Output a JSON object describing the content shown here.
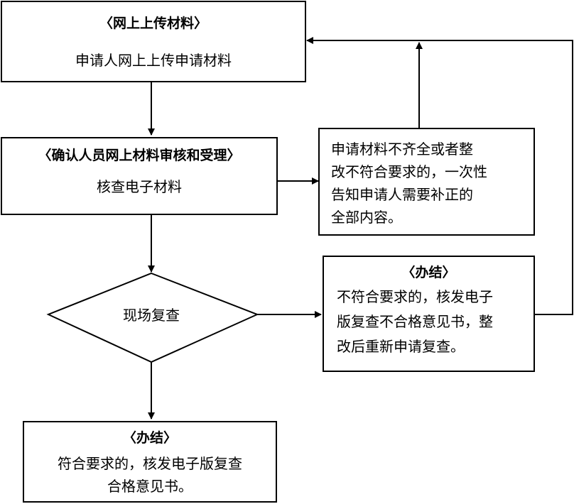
{
  "box1": {
    "title": "〈网上上传材料〉",
    "body": "申请人网上上传申请材料"
  },
  "box2": {
    "title": "〈确认人员网上材料审核和受理〉",
    "body": "核查电子材料"
  },
  "box3": {
    "lines": [
      "申请材料不齐全或者整",
      "改不符合要求的，一次性",
      "告知申请人需要补正的",
      "全部内容。"
    ]
  },
  "diamond": {
    "label": "现场复查"
  },
  "box4": {
    "title": "〈办结〉",
    "lines": [
      "不符合要求的，核发电子",
      "版复查不合格意见书，整",
      "改后重新申请复查。"
    ]
  },
  "box5": {
    "title": "〈办结〉",
    "lines": [
      "符合要求的，核发电子版复查",
      "合格意见书。"
    ]
  }
}
